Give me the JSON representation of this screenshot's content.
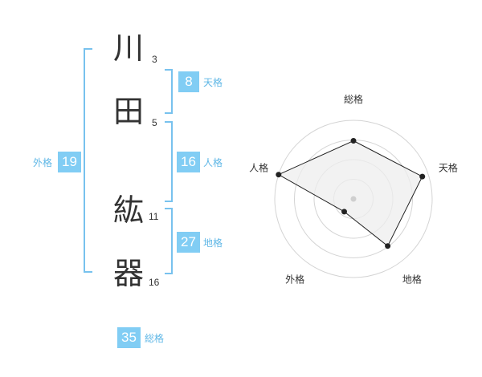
{
  "name": {
    "chars": [
      {
        "char": "川",
        "strokes": "3"
      },
      {
        "char": "田",
        "strokes": "5"
      },
      {
        "char": "紘",
        "strokes": "11"
      },
      {
        "char": "器",
        "strokes": "16"
      }
    ]
  },
  "fortunes": {
    "tenkaku": {
      "label": "天格",
      "value": "8"
    },
    "jinkaku": {
      "label": "人格",
      "value": "16"
    },
    "chikaku": {
      "label": "地格",
      "value": "27"
    },
    "gaikaku": {
      "label": "外格",
      "value": "19"
    },
    "soukaku": {
      "label": "総格",
      "value": "35"
    }
  },
  "radar": {
    "axes": [
      {
        "label": "総格",
        "value": 0.74
      },
      {
        "label": "天格",
        "value": 0.92
      },
      {
        "label": "地格",
        "value": 0.74
      },
      {
        "label": "外格",
        "value": 0.2
      },
      {
        "label": "人格",
        "value": 1.0
      }
    ],
    "ring_count": 4,
    "colors": {
      "ring": "#d4d4d4",
      "fill": "#eeeeee",
      "line": "#222222",
      "point": "#222222",
      "center": "#cfcfcf"
    }
  }
}
